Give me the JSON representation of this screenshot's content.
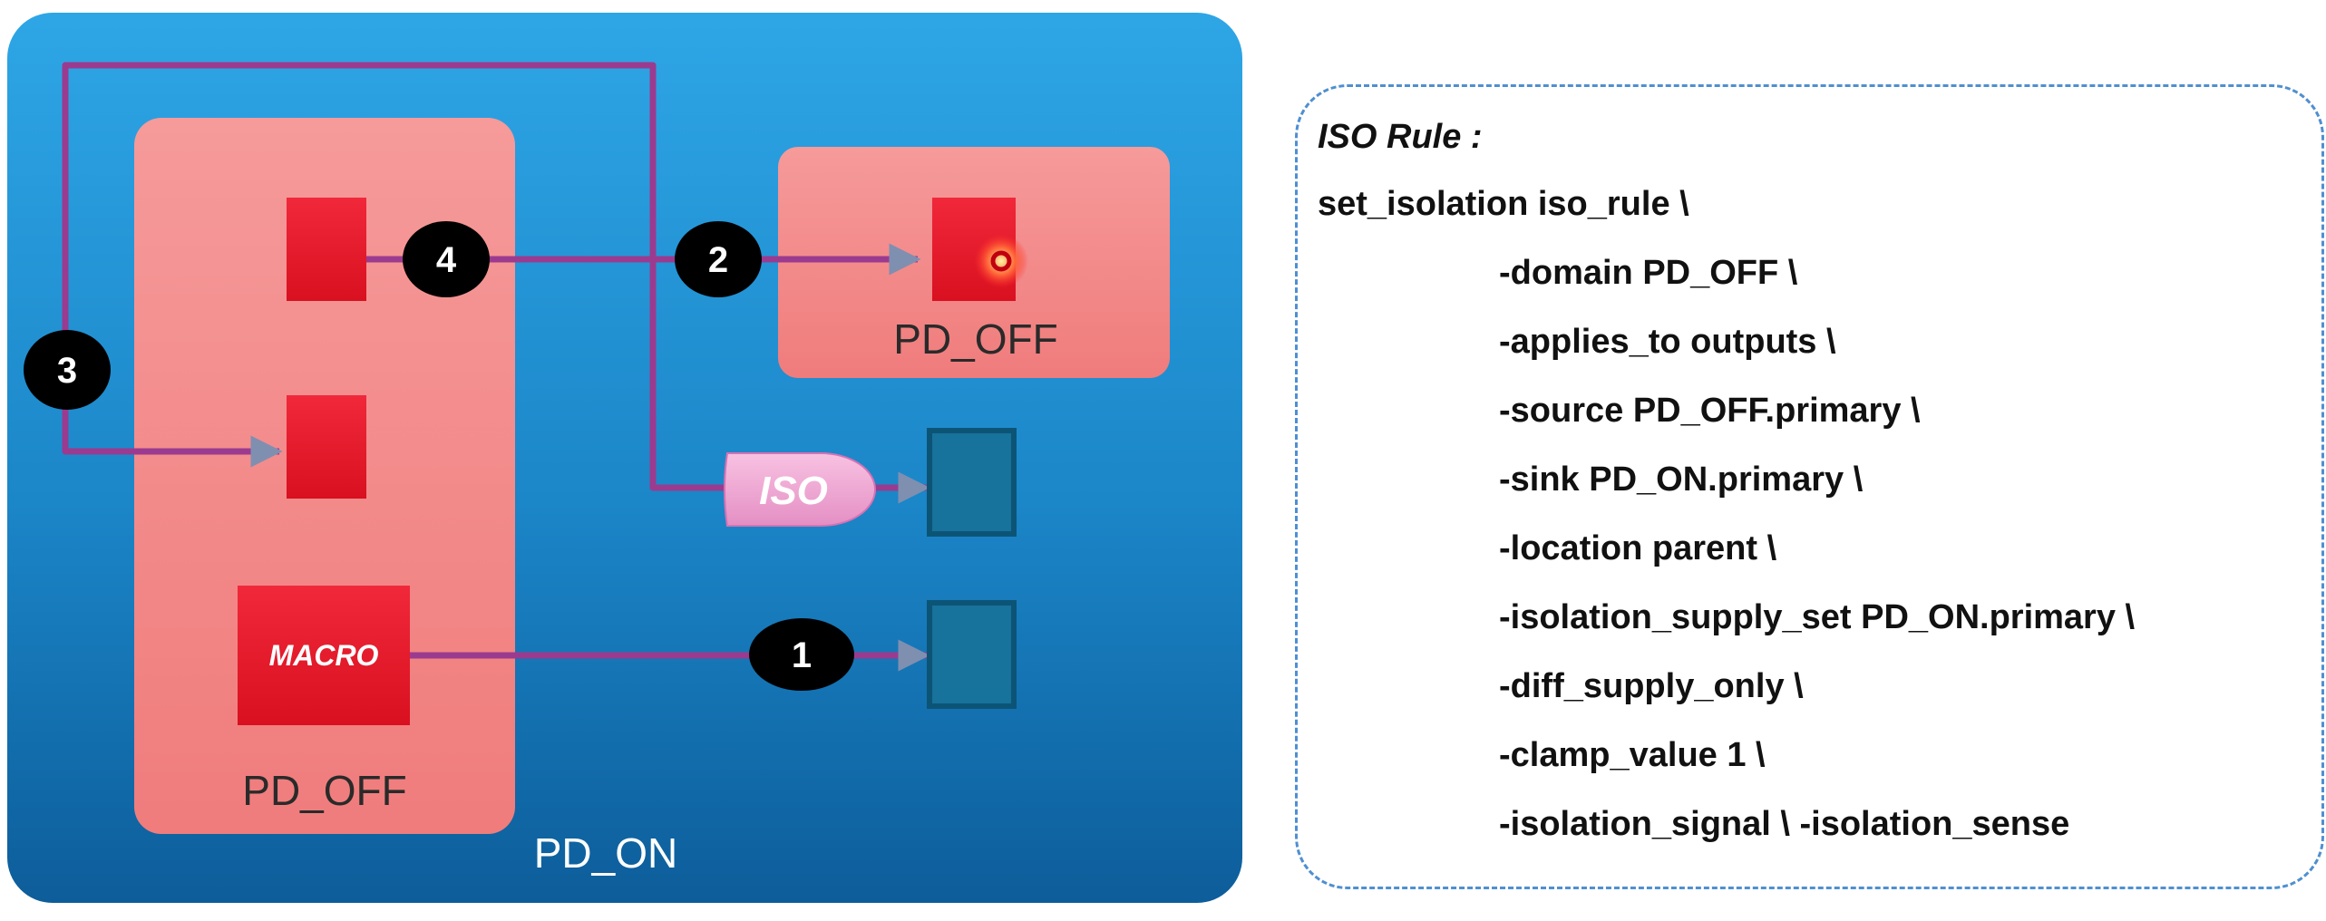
{
  "diagram": {
    "outer_domain_label": "PD_ON",
    "left_domain_label": "PD_OFF",
    "right_domain_label": "PD_OFF",
    "iso_cell_label": "ISO",
    "macro_label": "MACRO",
    "steps": [
      "1",
      "2",
      "3",
      "4"
    ],
    "colors": {
      "outer_domain": "#1e8fd2",
      "off_domain": "#f58a8a",
      "cell_red": "#e8192c",
      "cell_teal": "#1a7aa0",
      "wire": "#9b3b8f",
      "iso_pink": "#f2a6d2",
      "step_circle": "#000000"
    }
  },
  "rule": {
    "title": "ISO Rule :",
    "lines": [
      "set_isolation iso_rule \\",
      "-domain PD_OFF \\",
      "-applies_to outputs \\",
      "-source PD_OFF.primary \\",
      "-sink PD_ON.primary \\",
      "-location parent \\",
      "-isolation_supply_set PD_ON.primary \\",
      "-diff_supply_only \\",
      "-clamp_value 1 \\",
      "-isolation_signal \\ -isolation_sense"
    ]
  }
}
